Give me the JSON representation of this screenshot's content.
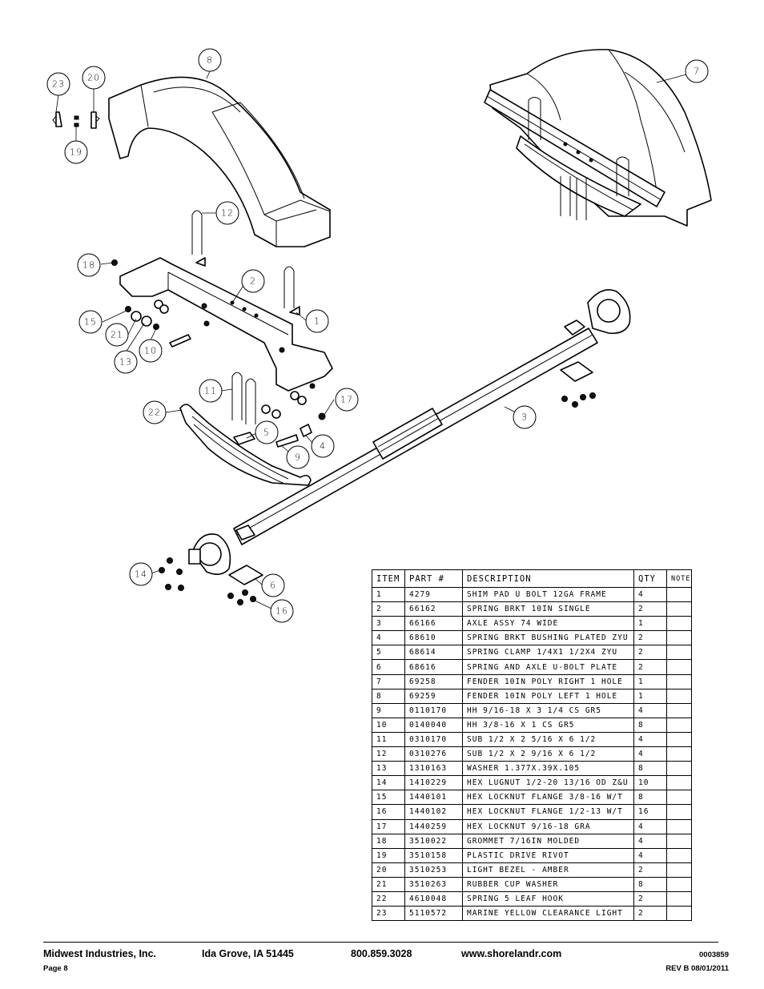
{
  "callouts": [
    "1",
    "2",
    "3",
    "4",
    "5",
    "6",
    "7",
    "8",
    "9",
    "10",
    "11",
    "12",
    "13",
    "14",
    "15",
    "16",
    "17",
    "18",
    "19",
    "20",
    "21",
    "22",
    "23"
  ],
  "table": {
    "headers": {
      "item": "ITEM",
      "part": "PART #",
      "description": "DESCRIPTION",
      "qty": "QTY",
      "note": "NOTE"
    },
    "rows": [
      {
        "item": "1",
        "part": "4279",
        "description": "SHIM PAD   U BOLT 12GA FRAME",
        "qty": "4",
        "note": ""
      },
      {
        "item": "2",
        "part": "66162",
        "description": "SPRING BRKT  10IN SINGLE",
        "qty": "2",
        "note": ""
      },
      {
        "item": "3",
        "part": "66166",
        "description": "AXLE ASSY 74 WIDE",
        "qty": "1",
        "note": ""
      },
      {
        "item": "4",
        "part": "68610",
        "description": "SPRING BRKT BUSHING PLATED ZYU",
        "qty": "2",
        "note": ""
      },
      {
        "item": "5",
        "part": "68614",
        "description": "SPRING CLAMP   1/4X1 1/2X4  ZYU",
        "qty": "2",
        "note": ""
      },
      {
        "item": "6",
        "part": "68616",
        "description": "SPRING AND AXLE U-BOLT PLATE",
        "qty": "2",
        "note": ""
      },
      {
        "item": "7",
        "part": "69258",
        "description": "FENDER  10IN POLY RIGHT 1 HOLE",
        "qty": "1",
        "note": ""
      },
      {
        "item": "8",
        "part": "69259",
        "description": "FENDER  10IN POLY LEFT 1 HOLE",
        "qty": "1",
        "note": ""
      },
      {
        "item": "9",
        "part": "0110170",
        "description": "HH 9/16-18 X 3 1/4 CS GR5",
        "qty": "4",
        "note": ""
      },
      {
        "item": "10",
        "part": "0140040",
        "description": "HH 3/8-16 X 1 CS GR5",
        "qty": "8",
        "note": ""
      },
      {
        "item": "11",
        "part": "0310170",
        "description": "SUB 1/2 X 2 5/16 X 6 1/2",
        "qty": "4",
        "note": ""
      },
      {
        "item": "12",
        "part": "0310276",
        "description": "SUB 1/2 X 2 9/16 X 6 1/2",
        "qty": "4",
        "note": ""
      },
      {
        "item": "13",
        "part": "1310163",
        "description": "WASHER 1.377X.39X.105",
        "qty": "8",
        "note": ""
      },
      {
        "item": "14",
        "part": "1410229",
        "description": "HEX LUGNUT 1/2-20 13/16 OD Z&U",
        "qty": "10",
        "note": ""
      },
      {
        "item": "15",
        "part": "1440101",
        "description": "HEX LOCKNUT FLANGE 3/8-16 W/T",
        "qty": "8",
        "note": ""
      },
      {
        "item": "16",
        "part": "1440102",
        "description": "HEX LOCKNUT FLANGE 1/2-13 W/T",
        "qty": "16",
        "note": ""
      },
      {
        "item": "17",
        "part": "1440259",
        "description": "HEX LOCKNUT 9/16-18 GRA",
        "qty": "4",
        "note": ""
      },
      {
        "item": "18",
        "part": "3510022",
        "description": "GROMMET  7/16IN MOLDED",
        "qty": "4",
        "note": ""
      },
      {
        "item": "19",
        "part": "3510158",
        "description": "PLASTIC DRIVE RIVOT",
        "qty": "4",
        "note": ""
      },
      {
        "item": "20",
        "part": "3510253",
        "description": "LIGHT BEZEL - AMBER",
        "qty": "2",
        "note": ""
      },
      {
        "item": "21",
        "part": "3510263",
        "description": "RUBBER CUP WASHER",
        "qty": "8",
        "note": ""
      },
      {
        "item": "22",
        "part": "4610048",
        "description": "SPRING  5 LEAF HOOK",
        "qty": "2",
        "note": ""
      },
      {
        "item": "23",
        "part": "5110572",
        "description": "MARINE YELLOW CLEARANCE LIGHT",
        "qty": "2",
        "note": ""
      }
    ]
  },
  "footer": {
    "company": "Midwest Industries, Inc.",
    "city": "Ida Grove, IA  51445",
    "phone": "800.859.3028",
    "website": "www.shorelandr.com",
    "doc_number": "0003859",
    "page": "Page 8",
    "revision": "REV B  08/01/2011"
  }
}
